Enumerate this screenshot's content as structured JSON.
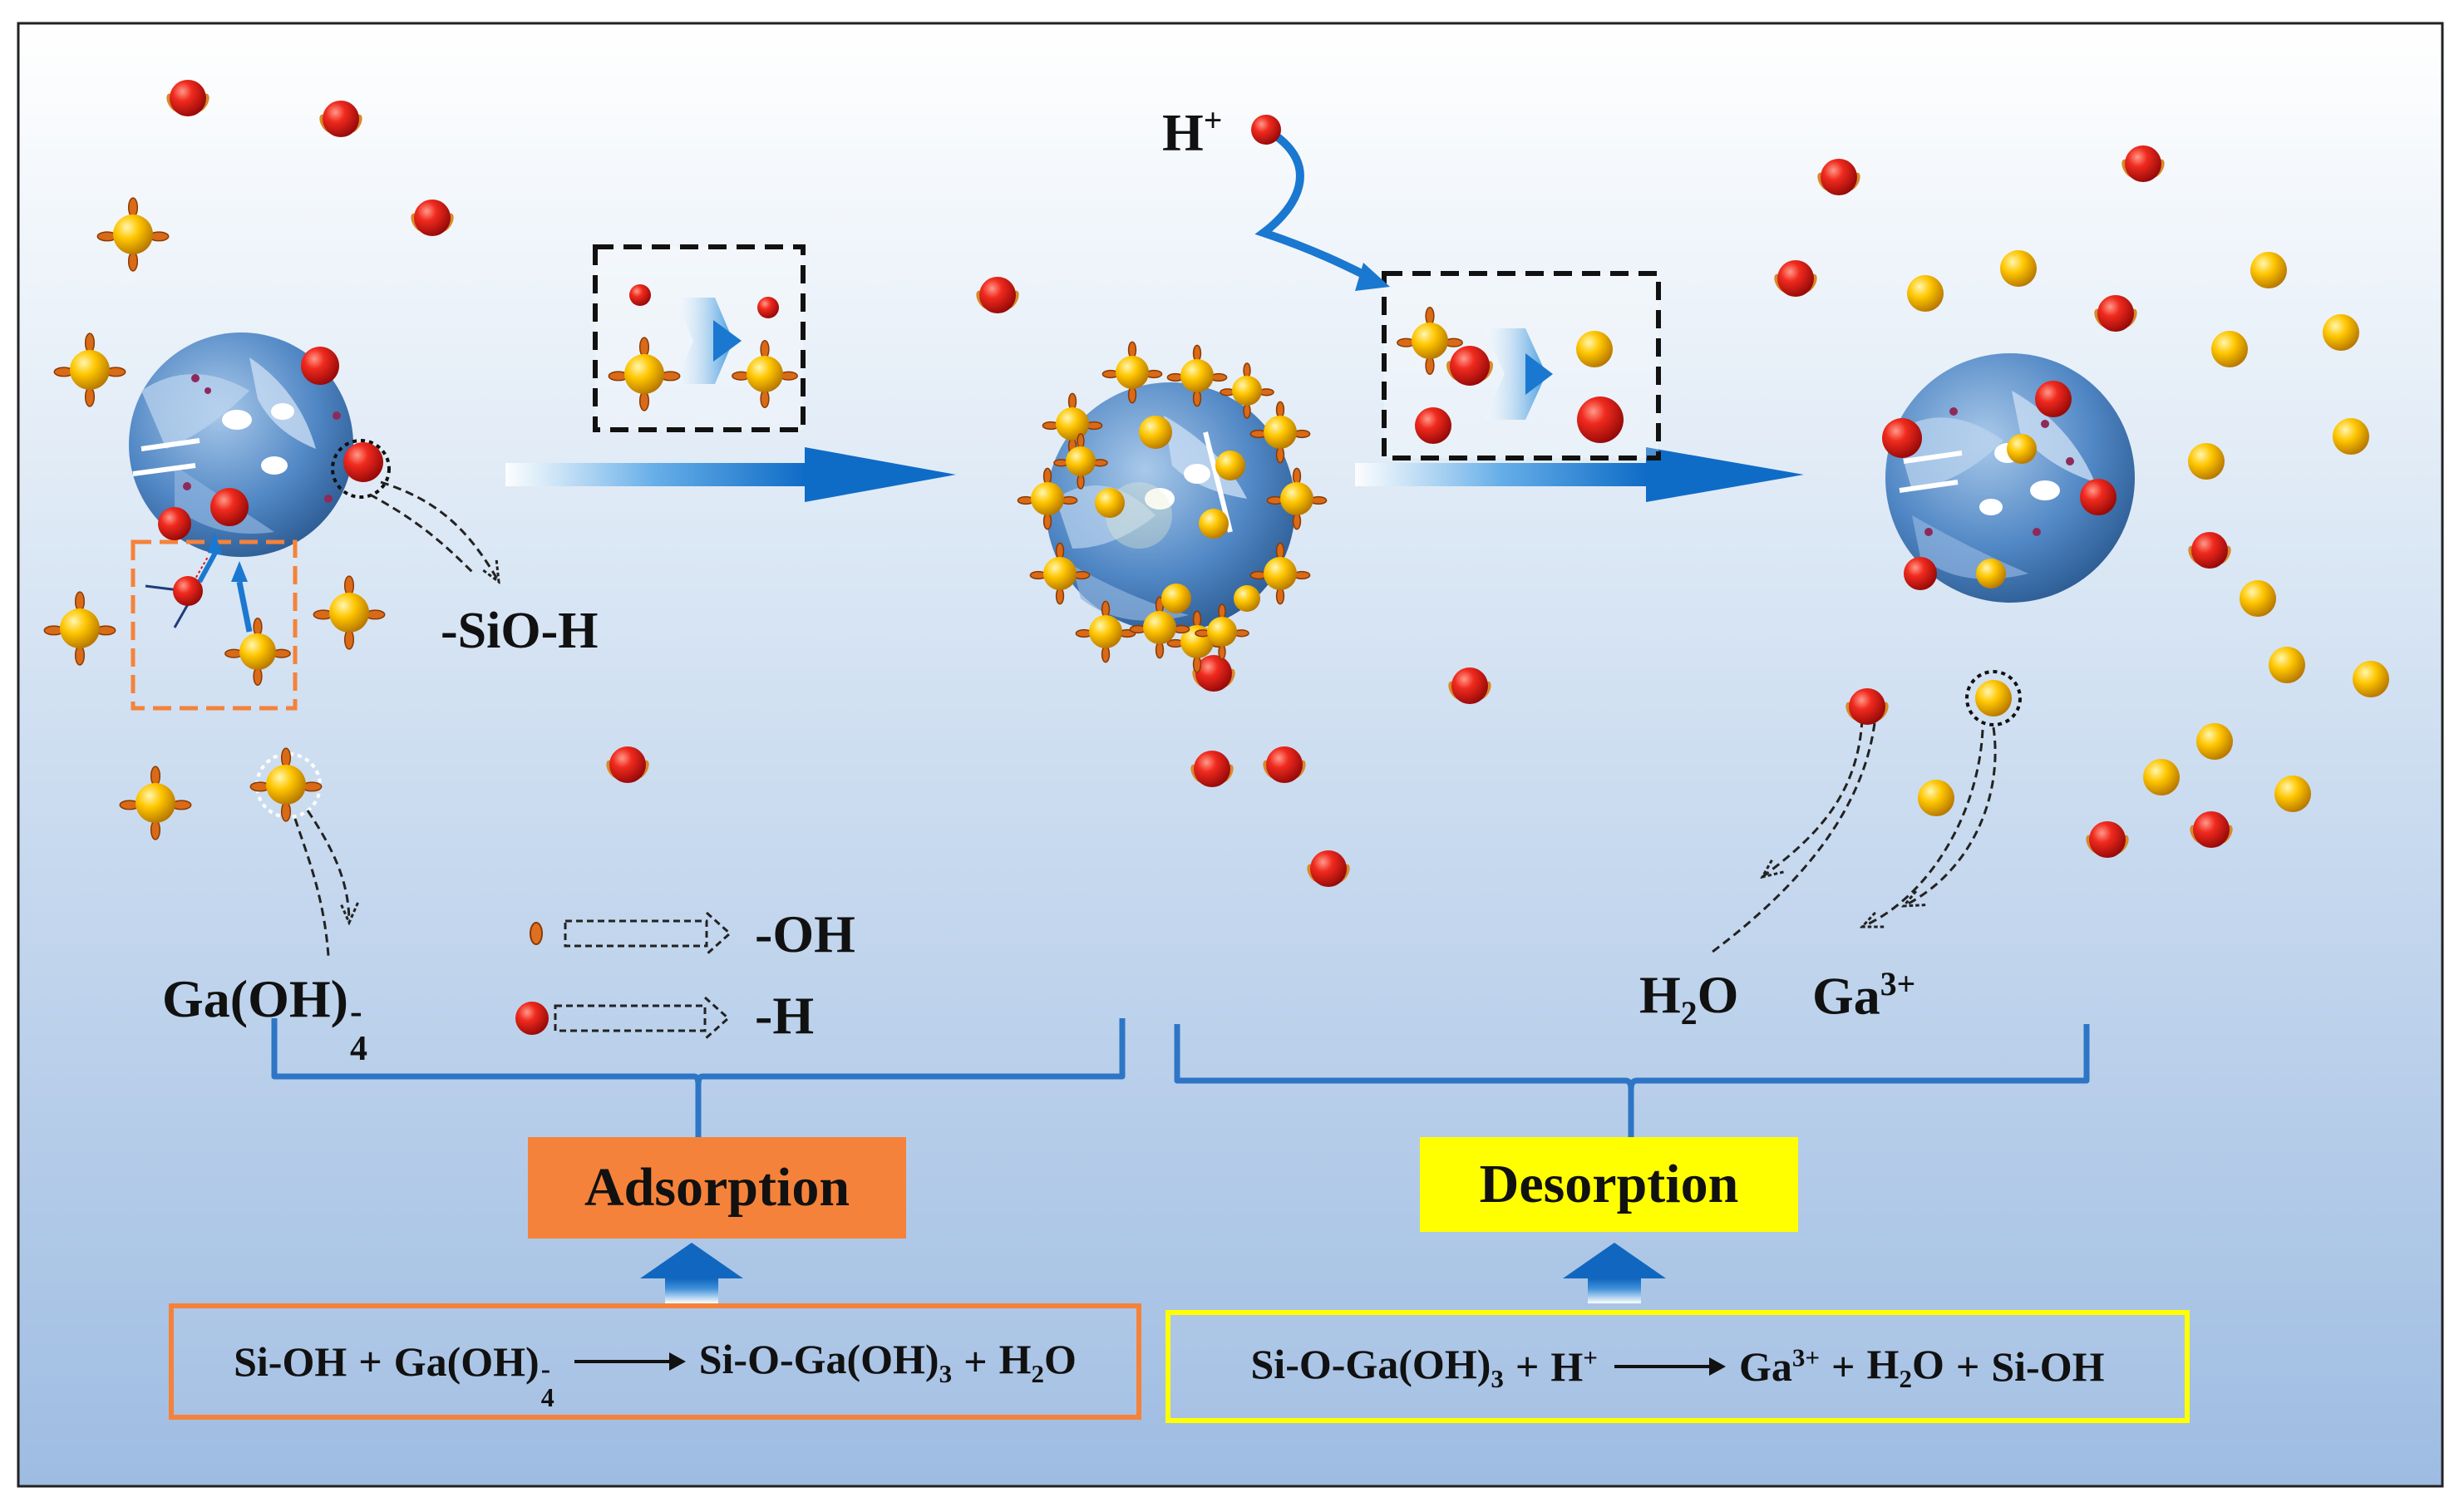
{
  "labels": {
    "h_plus_base": "H",
    "h_plus_sup": "+",
    "sio_h": "-SiO-H",
    "ga_oh4_base": "Ga(OH)",
    "ga_oh4_sub": "4",
    "ga_oh4_sup": "-",
    "legend_oh": "-OH",
    "legend_h": "-H",
    "h2o_base": "H",
    "h2o_sub": "2",
    "h2o_tail": "O",
    "ga3_base": "Ga",
    "ga3_sup": "3+"
  },
  "stages": {
    "adsorption": {
      "label": "Adsorption",
      "color": "#F5823A"
    },
    "desorption": {
      "label": "Desorption",
      "color": "#FFFF00"
    }
  },
  "equations": {
    "adsorption": {
      "reactant1": "Si-OH",
      "plus1": "+",
      "reactant2_base": "Ga(OH)",
      "reactant2_sub": "4",
      "reactant2_sup": "-",
      "product1_base": "Si-O-Ga(OH)",
      "product1_sub": "3",
      "plus2": "+",
      "product2_base": "H",
      "product2_sub": "2",
      "product2_tail": "O"
    },
    "desorption": {
      "reactant1_base": "Si-O-Ga(OH)",
      "reactant1_sub": "3",
      "plus1": "+",
      "reactant2_base": "H",
      "reactant2_sup": "+",
      "product1_base": "Ga",
      "product1_sup": "3+",
      "plus2": "+",
      "product2_base": "H",
      "product2_sub": "2",
      "product2_tail": "O",
      "plus3": "+",
      "product3": "Si-OH"
    }
  },
  "colors": {
    "background_top": "#FFFFFF",
    "background_bottom": "#9EBCE2",
    "water_ball": "#E01414",
    "gallium_ball": "#F5B800",
    "particle": "#3F7FC4",
    "bracket": "#2E75C6",
    "process_arrow": "#1A78D0"
  },
  "icons": {
    "h_ion": "red-sphere",
    "gallium_ion": "yellow-sphere",
    "gallate_ion": "yellow-sphere-with-oh-spikes",
    "silica_particle": "mesoporous-blue-sphere"
  }
}
